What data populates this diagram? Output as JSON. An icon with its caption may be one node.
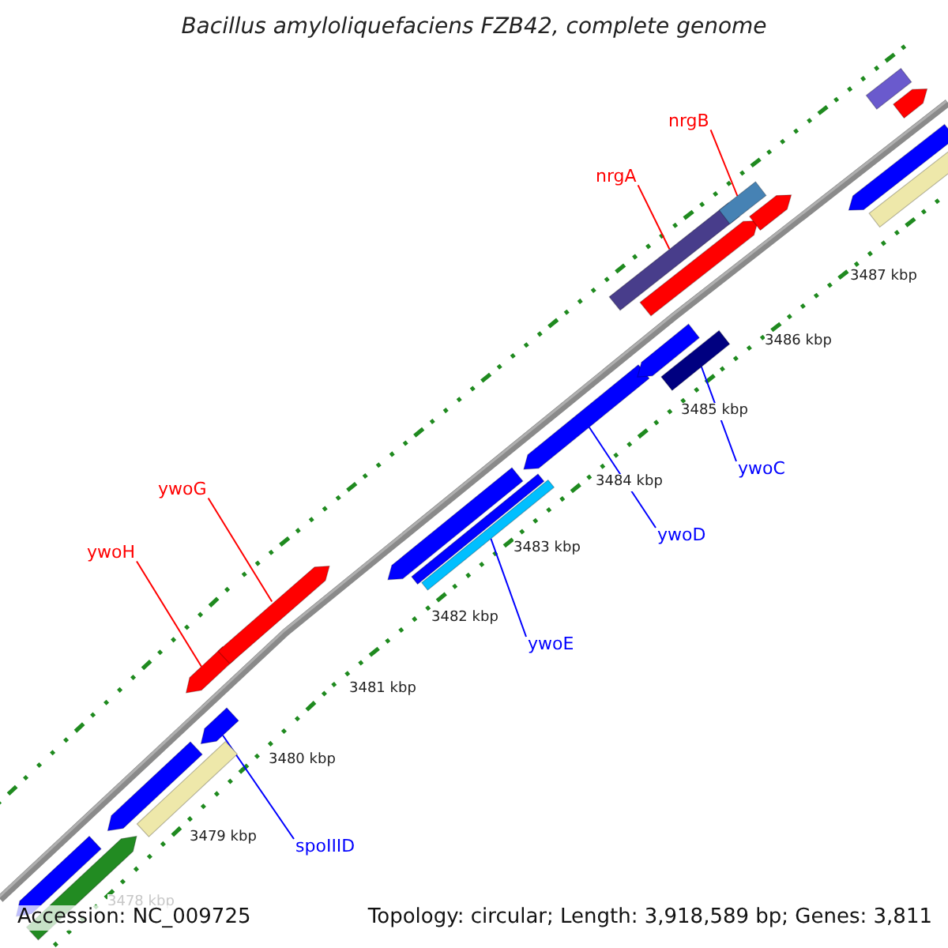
{
  "diagram": {
    "title": "Bacillus amyloliquefaciens FZB42, complete genome",
    "nodes": [
      {
        "text": [
          "nrgB"
        ]
      },
      {
        "text": [
          "nrgA"
        ]
      },
      {
        "text": [
          "ywoC"
        ]
      },
      {
        "text": [
          "ywoG"
        ]
      },
      {
        "text": [
          "ywoD"
        ]
      },
      {
        "text": [
          "ywoH"
        ]
      },
      {
        "text": [
          "ywoE"
        ]
      },
      {
        "text": [
          "spoIIID"
        ]
      },
      {
        "text": [],
        "shape": "bar"
      },
      {
        "text": [],
        "shape": "bar"
      },
      {
        "text": [],
        "shape": "bar"
      },
      {
        "text": [],
        "shape": "bar"
      },
      {
        "text": [],
        "shape": "bar"
      },
      {
        "text": [],
        "shape": "bar"
      },
      {
        "text": [],
        "shape": "bar"
      },
      {
        "text": [],
        "shape": "bar"
      },
      {
        "text": [],
        "shape": "bar"
      },
      {
        "text": [],
        "shape": "bar"
      },
      {
        "text": [],
        "shape": "bar"
      },
      {
        "text": [],
        "shape": "bar"
      },
      {
        "text": [],
        "shape": "bar"
      },
      {
        "text": [],
        "shape": "bar"
      },
      {
        "text": [],
        "shape": "bar"
      },
      {
        "text": [],
        "shape": "bar"
      },
      {
        "text": [],
        "shape": "bar"
      },
      {
        "text": [],
        "shape": "bar"
      },
      {
        "text": [],
        "shape": "bar"
      },
      {
        "text": [],
        "shape": "bar"
      },
      {
        "text": [],
        "shape": "bar"
      }
    ],
    "edges": [
      {
        "from": 0,
        "to": 23,
        "arrow": "none"
      },
      {
        "from": 1,
        "to": 21,
        "arrow": "none"
      },
      {
        "from": 2,
        "to": 20,
        "arrow": "none",
        "color": "#0000ff"
      },
      {
        "from": 3,
        "to": 14,
        "arrow": "none"
      },
      {
        "from": 4,
        "to": 18,
        "arrow": "none",
        "color": "#0000ff"
      },
      {
        "from": 5,
        "to": 13,
        "arrow": "none"
      },
      {
        "from": 6,
        "to": 17,
        "arrow": "none",
        "color": "#0000ff"
      },
      {
        "from": 7,
        "to": 12,
        "arrow": "none",
        "color": "#0000ff"
      }
    ],
    "labels": [
      "3487 kbp",
      "3486 kbp",
      "3485 kbp",
      "3484 kbp",
      "3483 kbp",
      "3482 kbp",
      "3481 kbp",
      "3480 kbp",
      "3479 kbp",
      "3478 kbp",
      "Accession: NC_009725",
      "Topology: circular; Length: 3,918,589 bp; Genes: 3,811"
    ]
  }
}
